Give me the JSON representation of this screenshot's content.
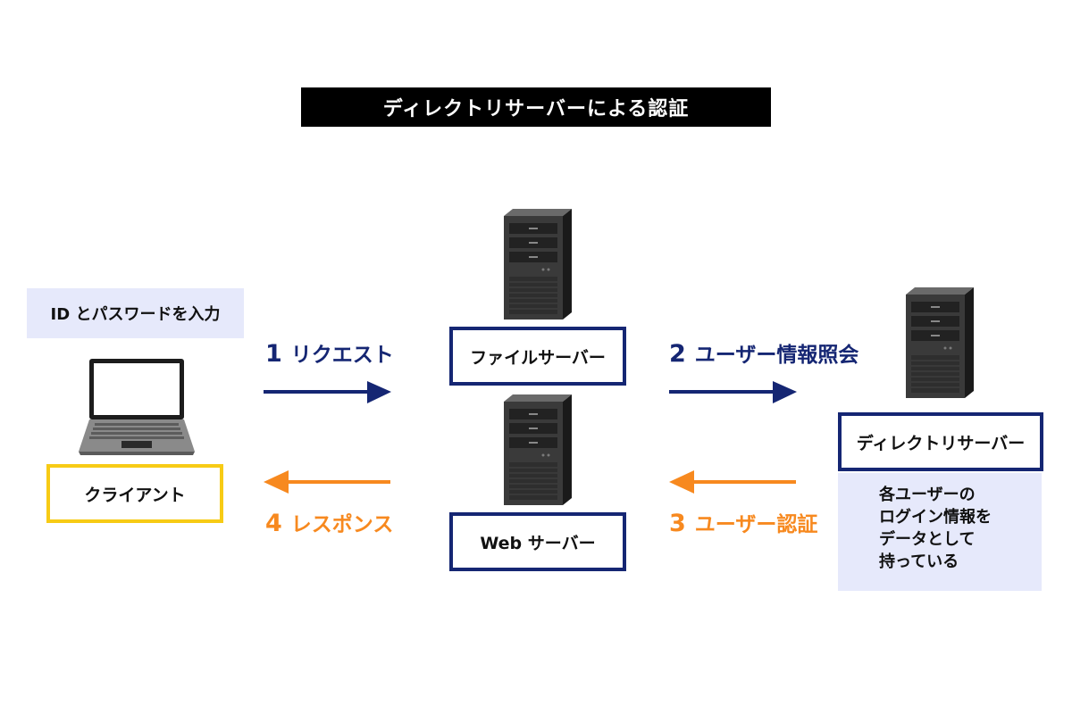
{
  "title": "ディレクトリサーバーによる認証",
  "client": {
    "note": "ID とパスワードを入力",
    "label": "クライアント"
  },
  "servers": {
    "file_server": "ファイルサーバー",
    "web_server": "Web サーバー",
    "directory_server": "ディレクトリサーバー"
  },
  "steps": [
    {
      "num": "1",
      "text": "リクエスト",
      "color": "#152673"
    },
    {
      "num": "2",
      "text": "ユーザー情報照会",
      "color": "#152673"
    },
    {
      "num": "3",
      "text": "ユーザー認証",
      "color": "#f7891f"
    },
    {
      "num": "4",
      "text": "レスポンス",
      "color": "#f7891f"
    }
  ],
  "directory_note": [
    "各ユーザーの",
    "ログイン情報を",
    "データとして",
    "持っている"
  ],
  "colors": {
    "navy": "#152673",
    "orange": "#f7891f",
    "yellow": "#f7cb15",
    "note_bg": "#e6e9fb"
  },
  "icons": {
    "laptop": "laptop-icon",
    "tower_server": "server-tower-icon"
  }
}
